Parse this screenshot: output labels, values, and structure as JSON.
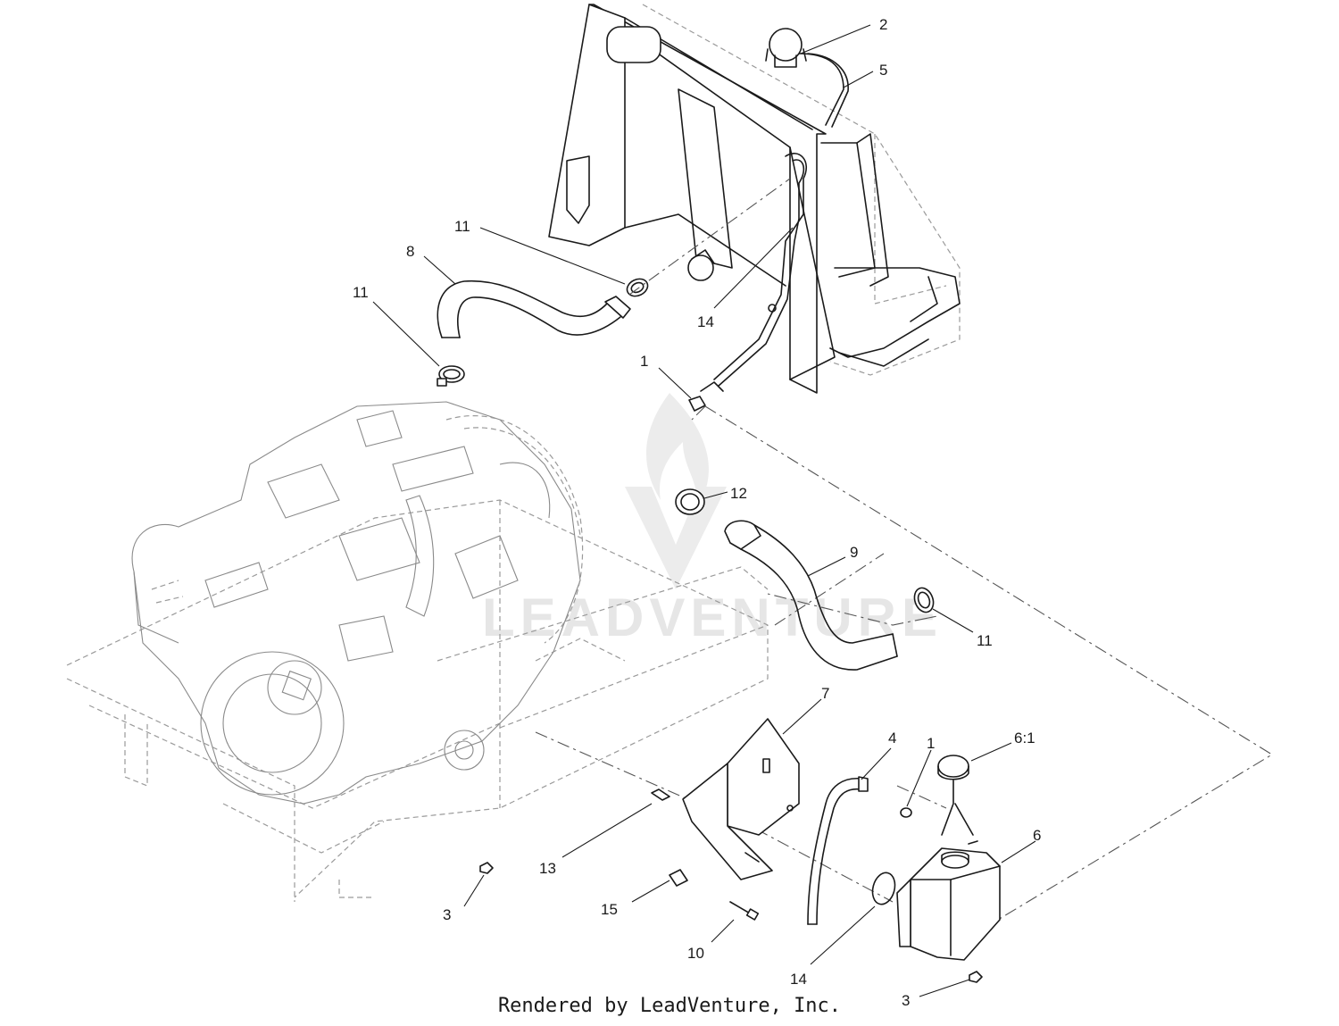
{
  "callouts": [
    {
      "id": "c2",
      "text": "2"
    },
    {
      "id": "c5",
      "text": "5"
    },
    {
      "id": "c11a",
      "text": "11"
    },
    {
      "id": "c8",
      "text": "8"
    },
    {
      "id": "c11b",
      "text": "11"
    },
    {
      "id": "c14a",
      "text": "14"
    },
    {
      "id": "c1a",
      "text": "1"
    },
    {
      "id": "c12",
      "text": "12"
    },
    {
      "id": "c9",
      "text": "9"
    },
    {
      "id": "c11c",
      "text": "11"
    },
    {
      "id": "c7",
      "text": "7"
    },
    {
      "id": "c4",
      "text": "4"
    },
    {
      "id": "c1b",
      "text": "1"
    },
    {
      "id": "c61",
      "text": "6:1"
    },
    {
      "id": "c6",
      "text": "6"
    },
    {
      "id": "c13",
      "text": "13"
    },
    {
      "id": "c15",
      "text": "15"
    },
    {
      "id": "c3a",
      "text": "3"
    },
    {
      "id": "c10",
      "text": "10"
    },
    {
      "id": "c14b",
      "text": "14"
    },
    {
      "id": "c3b",
      "text": "3"
    }
  ],
  "watermark": "LEADVENTURE",
  "footer": "Rendered by LeadVenture, Inc."
}
